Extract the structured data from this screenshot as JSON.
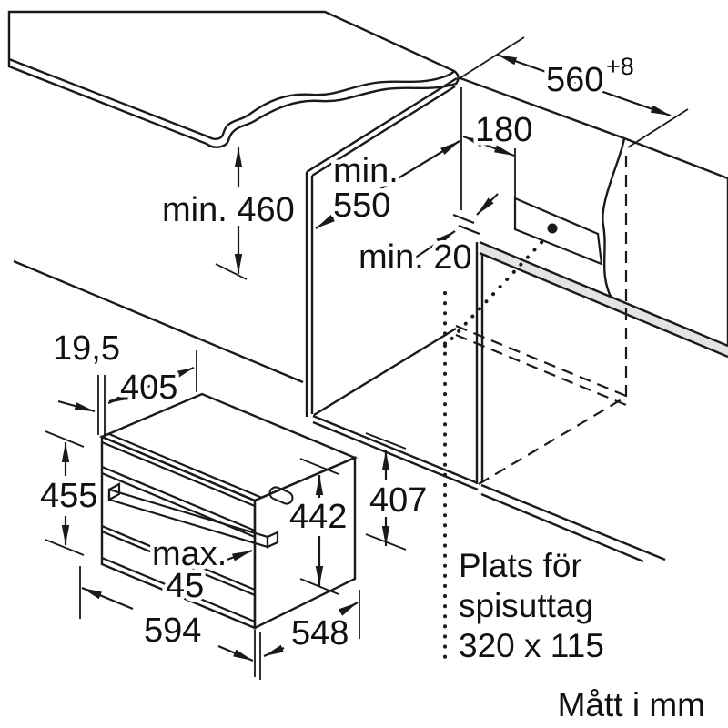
{
  "diagram": {
    "type": "appliance-installation-dimension-drawing",
    "footer_note": "Mått i mm",
    "outlet_label": {
      "line1": "Plats för",
      "line2": "spisuttag",
      "line3": "320 x 115"
    },
    "dimensions": {
      "niche_width": "560",
      "niche_width_tolerance": "+8",
      "outlet_offset": "180",
      "min_clearance_height": "min. 460",
      "min_depth_word": "min.",
      "min_depth_value": "550",
      "min_rear_gap": "min. 20",
      "frame_thickness": "19,5",
      "body_top_depth": "405",
      "front_height": "455",
      "body_height": "442",
      "rear_height": "407",
      "door_protrusion_word": "max.",
      "door_protrusion_value": "45",
      "width": "594",
      "depth": "548"
    },
    "colors": {
      "line": "#1a1a1a",
      "surface": "#ebebed",
      "shelf_band": "#e3e3e6",
      "background": "#ffffff"
    }
  }
}
